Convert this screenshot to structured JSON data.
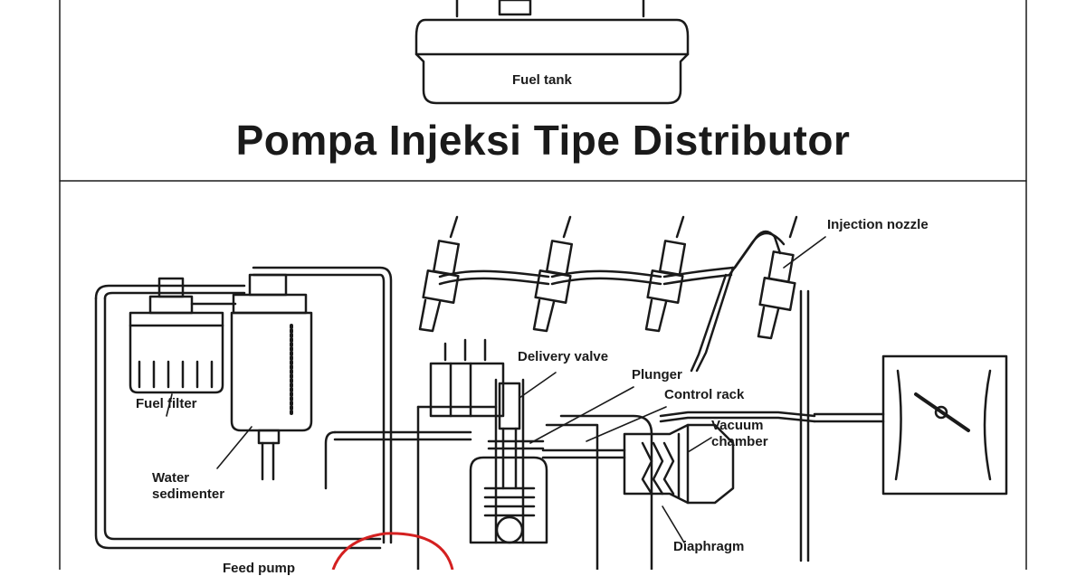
{
  "title": "Pompa Injeksi Tipe Distributor",
  "labels": {
    "fuel_tank": "Fuel tank",
    "injection_nozzle": "Injection nozzle",
    "delivery_valve": "Delivery valve",
    "plunger": "Plunger",
    "control_rack": "Control rack",
    "vacuum_chamber_1": "Vacuum",
    "vacuum_chamber_2": "chamber",
    "fuel_filter": "Fuel filter",
    "water_sedimenter_1": "Water",
    "water_sedimenter_2": "sedimenter",
    "diaphragm": "Diaphragm",
    "feed_pump": "Feed pump"
  },
  "colors": {
    "ink": "#1a1a1a",
    "highlight": "#d42020",
    "background": "#ffffff"
  }
}
